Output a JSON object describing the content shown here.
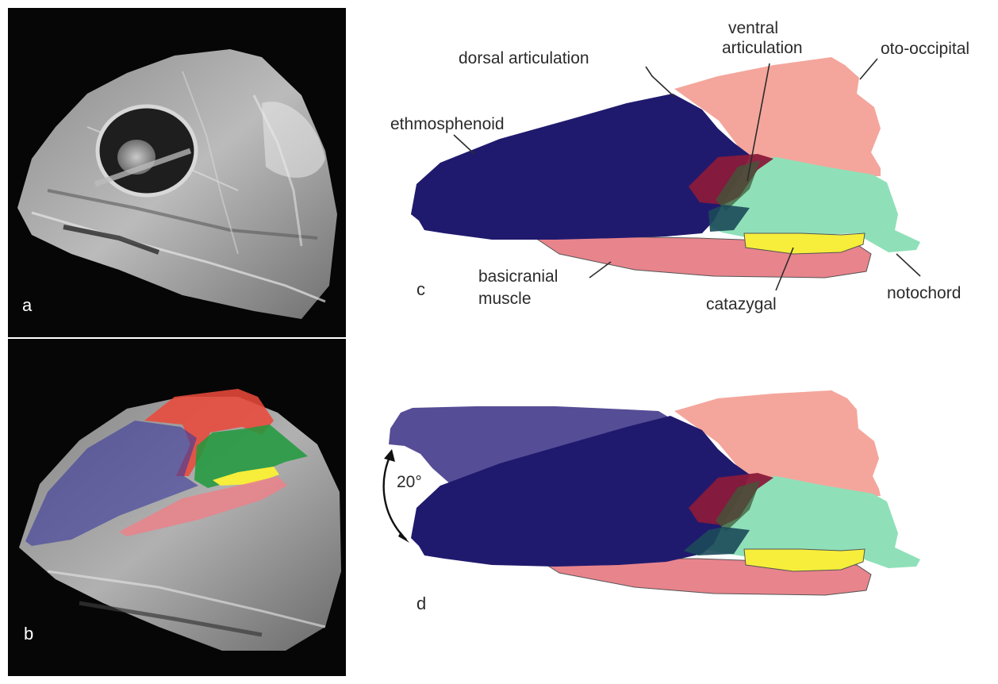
{
  "panels": {
    "a": "a",
    "b": "b",
    "c": "c",
    "d": "d"
  },
  "labels": {
    "dorsal_articulation": "dorsal articulation",
    "ventral_articulation_1": "ventral",
    "ventral_articulation_2": "articulation",
    "oto_occipital": "oto-occipital",
    "ethmosphenoid": "ethmosphenoid",
    "basicranial_muscle_1": "basicranial",
    "basicranial_muscle_2": "muscle",
    "catazygal": "catazygal",
    "notochord": "notochord",
    "angle": "20°"
  },
  "colors": {
    "ethmosphenoid": "#201a6e",
    "ethmosphenoid_rotated": "#4c4390",
    "oto_occipital": "#f4a69c",
    "oto_occipital_overlay": "#e84a3a",
    "otic_green": "#8fe0b8",
    "otic_green_overlay": "#1f9a3c",
    "catazygal": "#f6ee3a",
    "basicranial_muscle": "#e8848c",
    "ventral_articulation": "#8a1a3a",
    "photo_background": "#060606",
    "label_text": "#2b2b2b"
  }
}
